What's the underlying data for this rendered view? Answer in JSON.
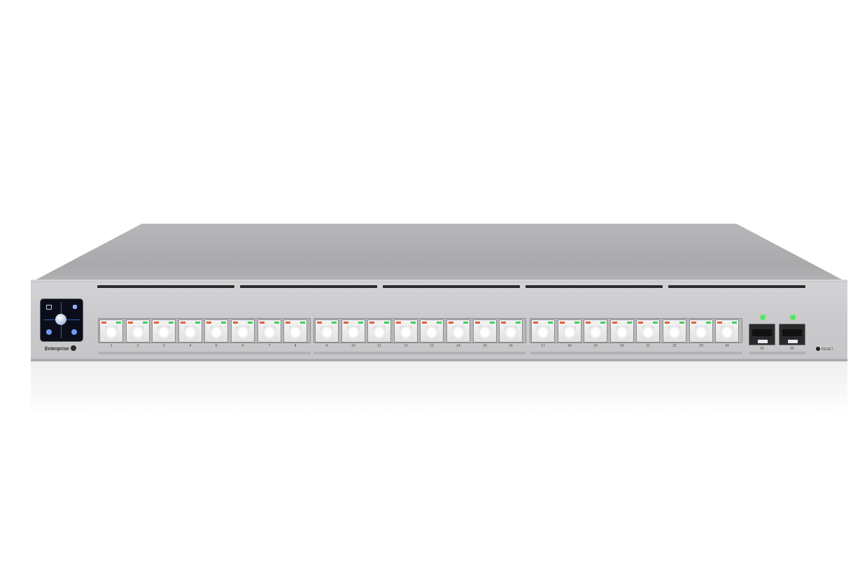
{
  "device": {
    "brand_label": "Enterprise",
    "ports": [
      {
        "label": "1"
      },
      {
        "label": "2"
      },
      {
        "label": "3"
      },
      {
        "label": "4"
      },
      {
        "label": "5"
      },
      {
        "label": "6"
      },
      {
        "label": "7"
      },
      {
        "label": "8"
      },
      {
        "label": "9"
      },
      {
        "label": "10"
      },
      {
        "label": "11"
      },
      {
        "label": "12"
      },
      {
        "label": "13"
      },
      {
        "label": "14"
      },
      {
        "label": "15"
      },
      {
        "label": "16"
      },
      {
        "label": "17"
      },
      {
        "label": "18"
      },
      {
        "label": "19"
      },
      {
        "label": "20"
      },
      {
        "label": "21"
      },
      {
        "label": "22"
      },
      {
        "label": "23"
      },
      {
        "label": "24"
      }
    ],
    "sfp_ports": [
      {
        "label": "25"
      },
      {
        "label": "26"
      }
    ],
    "reset_label": "RESET"
  }
}
